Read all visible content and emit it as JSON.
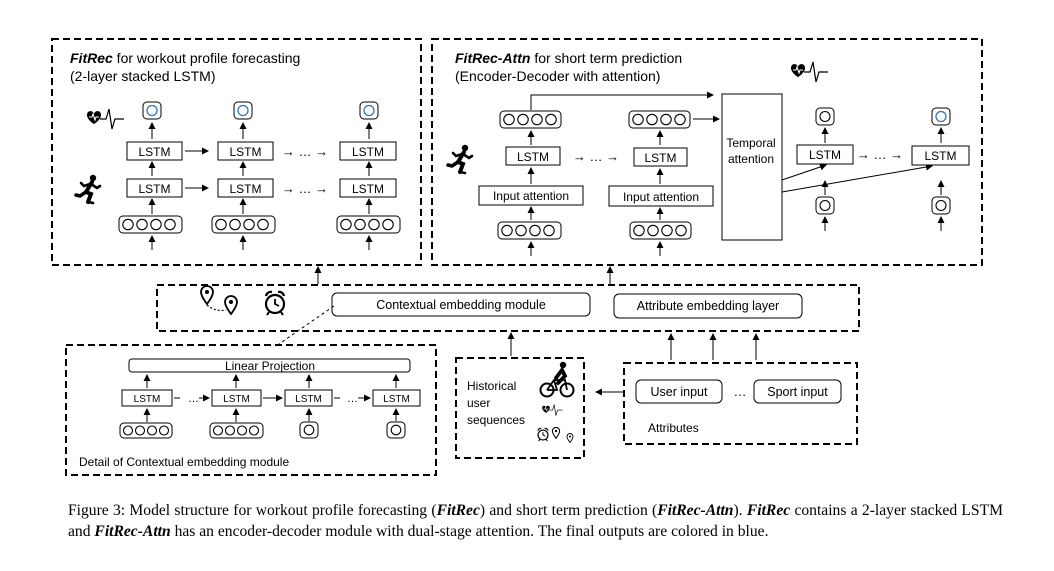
{
  "fitrec": {
    "title_name": "FitRec",
    "title_rest": " for workout profile forecasting",
    "subtitle": "(2-layer stacked LSTM)",
    "lstm": "LSTM",
    "ellipsis": "→ … →"
  },
  "attn": {
    "title_name": "FitRec-Attn",
    "title_rest": " for short term prediction",
    "subtitle": "(Encoder-Decoder with attention)",
    "lstm": "LSTM",
    "input_attention": "Input attention",
    "temporal_line1": "Temporal",
    "temporal_line2": "attention",
    "ellipsis": "→ … →"
  },
  "middle": {
    "contextual": "Contextual embedding module",
    "attribute": "Attribute embedding layer"
  },
  "detail": {
    "linear": "Linear Projection",
    "lstm": "LSTM",
    "caption": "Detail of Contextual embedding module"
  },
  "historical": {
    "line1": "Historical",
    "line2": "user",
    "line3": "sequences"
  },
  "attributes": {
    "user_input": "User input",
    "dots": "…",
    "sport_input": "Sport input",
    "label": "Attributes"
  },
  "caption": {
    "figure": "Figure 3: Model structure for workout profile forecasting (",
    "fitrec": "FitRec",
    "mid1": ") and short term prediction (",
    "fitrec_attn": "FitRec-Attn",
    "mid2": "). ",
    "fitrec2": "FitRec",
    "mid3": " contains a 2-layer stacked LSTM and ",
    "fitrec_attn2": "FitRec-Attn",
    "end": " has an encoder-decoder module with dual-stage attention. The final outputs are colored in blue."
  },
  "colors": {
    "output_blue": "#2e75b6",
    "dashed_border": "#000000"
  },
  "icons": [
    "heart-rate-icon",
    "runner-icon",
    "cyclist-icon",
    "map-pin-icon",
    "alarm-clock-icon"
  ]
}
